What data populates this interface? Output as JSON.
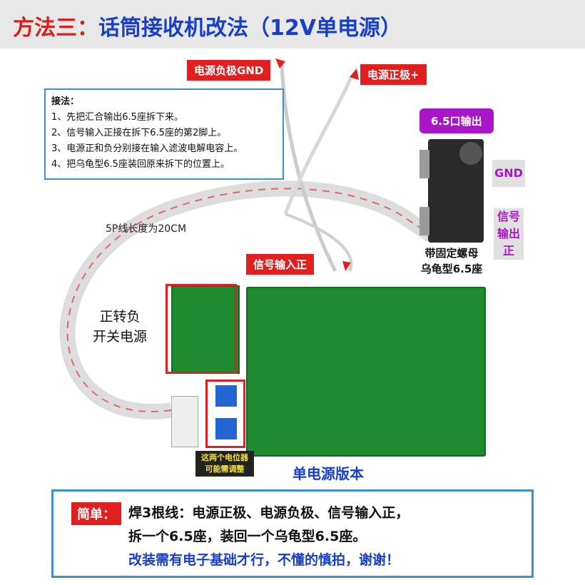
{
  "header": {
    "prefix": "方法三：",
    "title": "话筒接收机改法（12V单电源）"
  },
  "wires": {
    "gnd": "电源负极GND",
    "positive": "电源正极+",
    "signal_in": "信号输入正"
  },
  "steps": {
    "heading": "接法：",
    "items": [
      "1、先把汇合输出6.5座拆下来。",
      "2、信号输入正接在拆下6.5座的第2脚上。",
      "3、电源正和负分别接在输入滤波电解电容上。",
      "4、把乌龟型6.5座装回原来拆下的位置上。"
    ]
  },
  "jack": {
    "title": "6.5口输出",
    "gnd": "GND",
    "signal_out": [
      "信号",
      "输出",
      "正"
    ],
    "caption": [
      "带固定螺母",
      "乌龟型6.5座"
    ]
  },
  "cable_length": "5P线长度为20CM",
  "module_label": [
    "正转负",
    "开关电源"
  ],
  "pot_note": [
    "这两个电位器",
    "可能需调整"
  ],
  "version": "单电源版本",
  "summary": {
    "tag": "简单：",
    "line1": "焊3根线：电源正极、电源负极、信号输入正，",
    "line2": "拆一个6.5座，装回一个乌龟型6.5座。",
    "line3": "改装需有电子基础才行，不懂的慎拍，谢谢！"
  },
  "colors": {
    "red": "#e02020",
    "blue": "#1a3fc7",
    "purple": "#a816c8",
    "pcb": "#1f8a2e"
  }
}
